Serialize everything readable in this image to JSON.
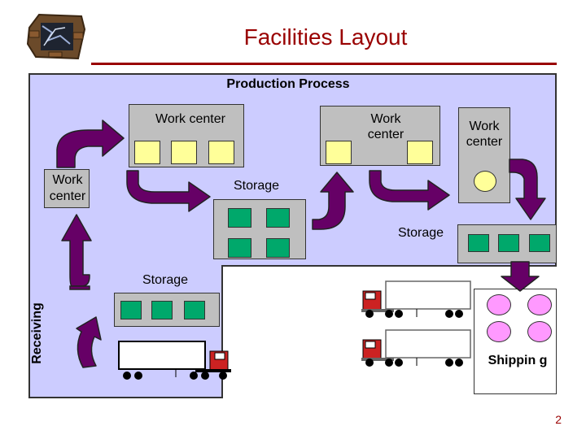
{
  "slide": {
    "title": "Facilities Layout",
    "page_number": "2"
  },
  "diagram": {
    "production_process_label": "Production Process",
    "work_center_top_left": "Work center",
    "work_center_top_middle": "Work center",
    "work_center_top_right": "Work center",
    "work_center_left": "Work center",
    "storage_middle": "Storage",
    "storage_right": "Storage",
    "storage_bottom": "Storage",
    "receiving_label": "Receiving",
    "shipping_label": "Shippin g"
  },
  "colors": {
    "title": "#990000",
    "process_area": "#ccccff",
    "work_box": "#bfbfbf",
    "yellow_cell": "#ffff99",
    "storage_cell": "#00a86b",
    "arrow": "#660066",
    "shipping_cell": "#ff99ff",
    "rule": "#990000"
  },
  "icons": {
    "logo": "brick-wall-logo-icon",
    "truck": "semi-truck-icon"
  }
}
